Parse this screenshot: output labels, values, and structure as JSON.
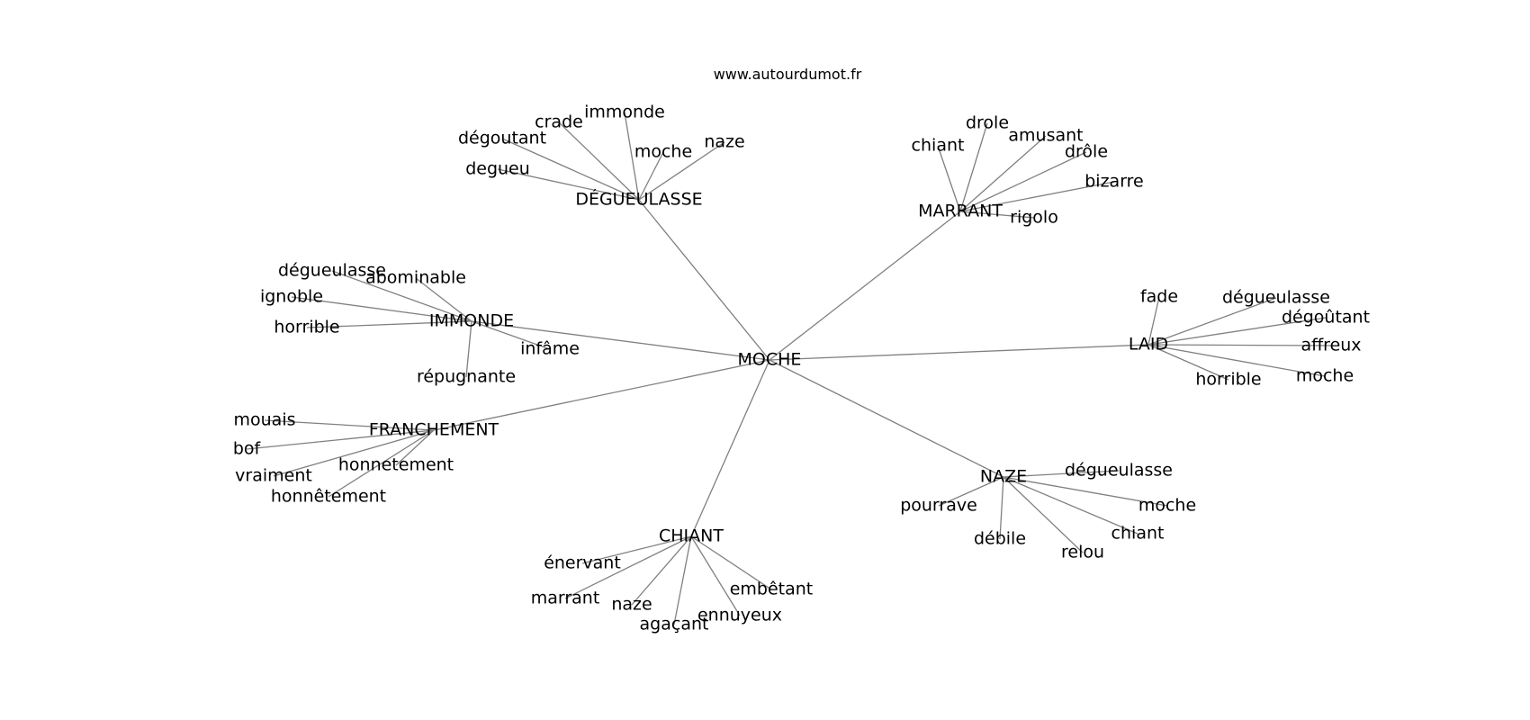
{
  "source": "www.autourdumot.fr",
  "colors": {
    "edge": "#808080",
    "text": "#000000",
    "background": "#ffffff"
  },
  "graph": {
    "center": "MOCHE",
    "hubs": [
      {
        "label": "DÉGUEULASSE",
        "words": [
          "crade",
          "immonde",
          "dégoutant",
          "moche",
          "naze",
          "degueu"
        ]
      },
      {
        "label": "MARRANT",
        "words": [
          "drole",
          "chiant",
          "amusant",
          "drôle",
          "bizarre",
          "rigolo"
        ]
      },
      {
        "label": "IMMONDE",
        "words": [
          "dégueulasse",
          "abominable",
          "ignoble",
          "horrible",
          "infâme",
          "répugnante"
        ]
      },
      {
        "label": "LAID",
        "words": [
          "fade",
          "dégueulasse",
          "dégoûtant",
          "affreux",
          "moche",
          "horrible"
        ]
      },
      {
        "label": "FRANCHEMENT",
        "words": [
          "mouais",
          "bof",
          "vraiment",
          "honnetement",
          "honnêtement"
        ]
      },
      {
        "label": "NAZE",
        "words": [
          "dégueulasse",
          "pourrave",
          "moche",
          "débile",
          "chiant",
          "relou"
        ]
      },
      {
        "label": "CHIANT",
        "words": [
          "énervant",
          "marrant",
          "naze",
          "agaçant",
          "ennuyeux",
          "embêtant"
        ]
      }
    ]
  }
}
